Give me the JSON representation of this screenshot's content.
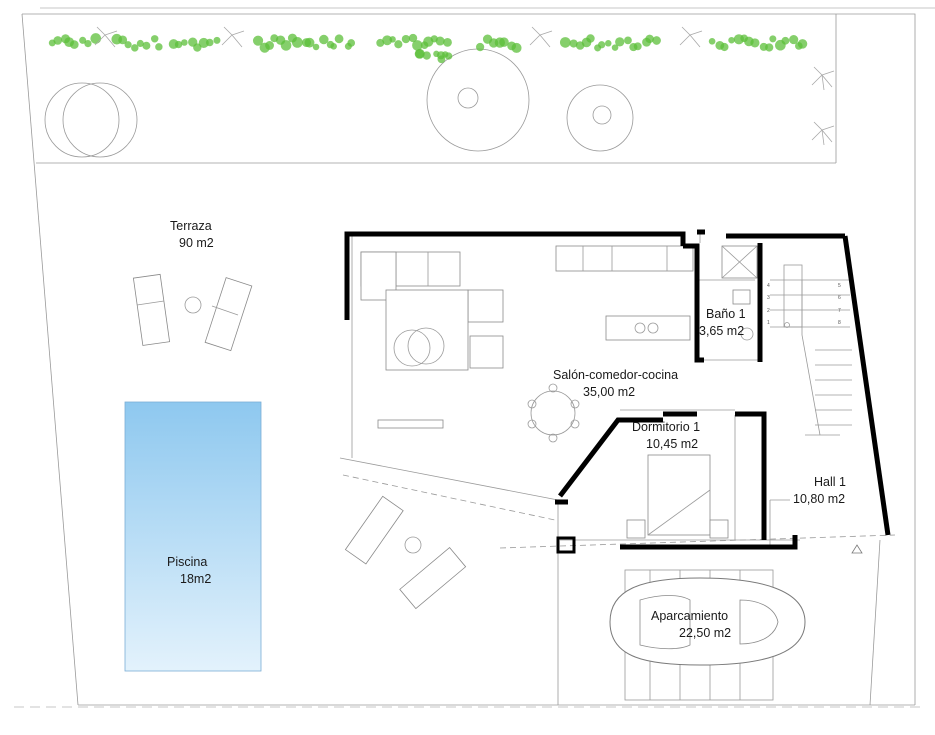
{
  "rooms": {
    "terraza": {
      "name": "Terraza",
      "area": "90 m2"
    },
    "piscina": {
      "name": "Piscina",
      "area": "18m2"
    },
    "salon": {
      "name": "Salón-comedor-cocina",
      "area": "35,00 m2"
    },
    "bano": {
      "name": "Baño 1",
      "area": "3,65 m2"
    },
    "dormitorio": {
      "name": "Dormitorio 1",
      "area": "10,45 m2"
    },
    "hall": {
      "name": "Hall 1",
      "area": "10,80 m2"
    },
    "aparcamiento": {
      "name": "Aparcamiento",
      "area": "22,50 m2"
    }
  },
  "colors": {
    "pool_top": "#8ec8ef",
    "pool_bottom": "#e3f2fc",
    "pool_border": "#7aaed6",
    "hedge": "#5cbf3a",
    "wall": "#000000",
    "lines": "#9a9a9a"
  },
  "stairs": {
    "left_numbers": [
      "4",
      "3",
      "2",
      "1"
    ],
    "right_numbers": [
      "5",
      "6",
      "7",
      "8"
    ]
  }
}
